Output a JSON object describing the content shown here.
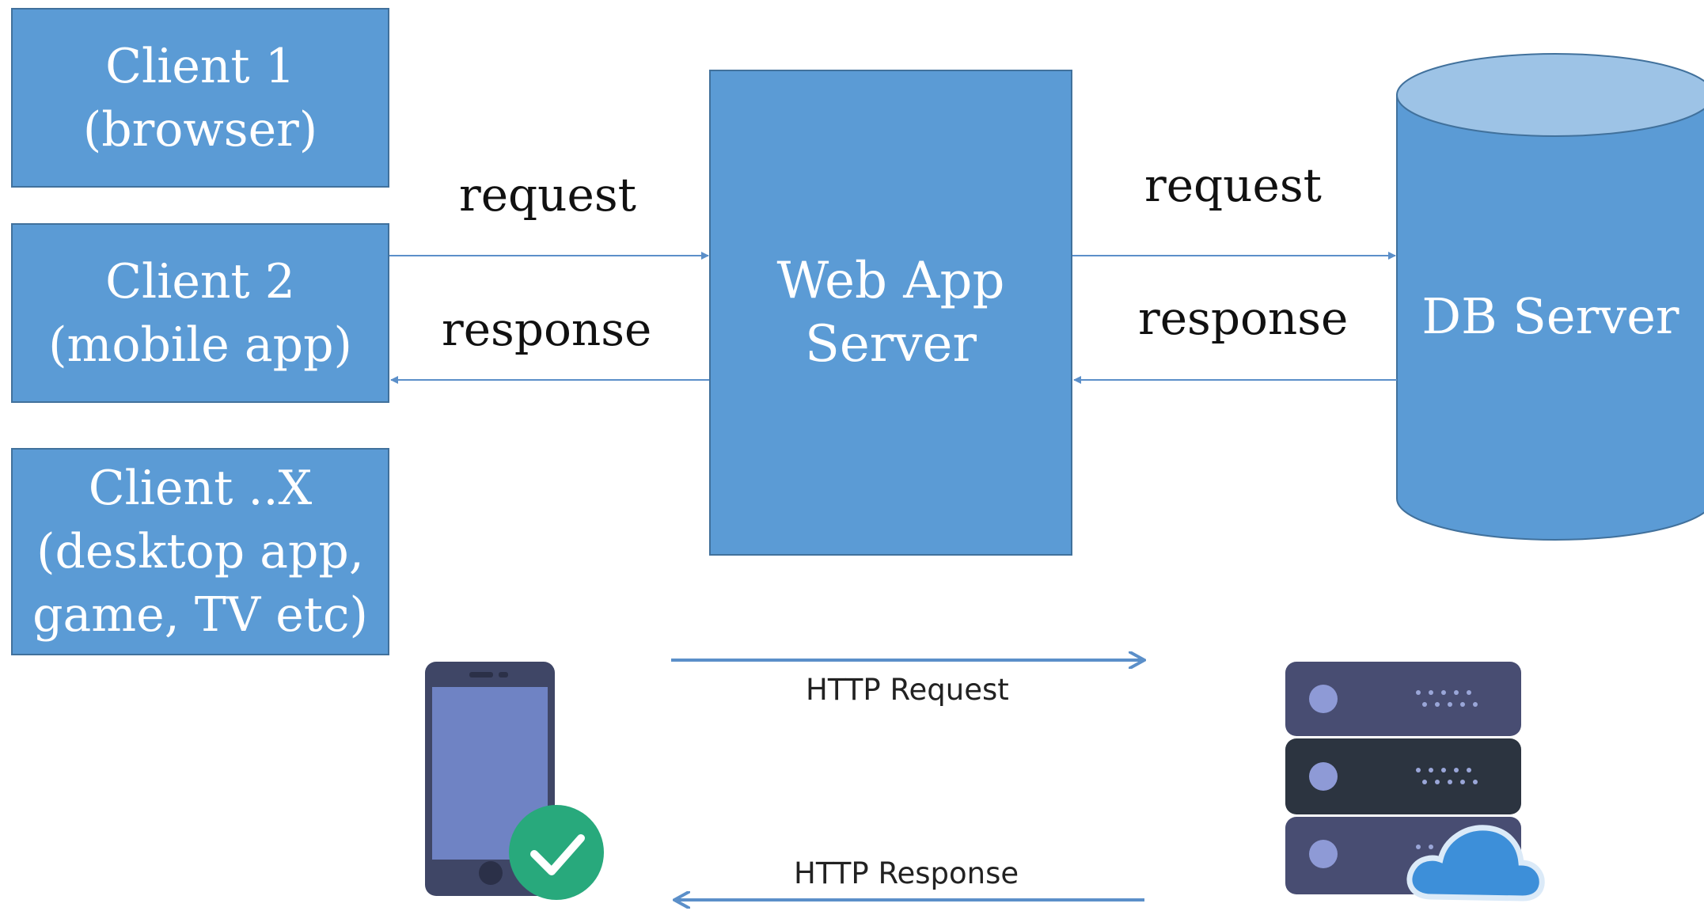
{
  "clients": [
    {
      "line1": "Client 1",
      "line2": "(browser)"
    },
    {
      "line1": "Client 2",
      "line2": "(mobile app)"
    },
    {
      "line1": "Client ..X",
      "line2": "(desktop app,",
      "line3": "game, TV etc)"
    }
  ],
  "web_server": {
    "line1": "Web App",
    "line2": "Server"
  },
  "db_server": {
    "label": "DB Server"
  },
  "labels": {
    "client_request": "request",
    "client_response": "response",
    "db_request": "request",
    "db_response": "response"
  },
  "http": {
    "request": "HTTP Request",
    "response": "HTTP Response"
  },
  "icons": {
    "phone": "smartphone-icon",
    "check": "checkmark-badge-icon",
    "server": "server-rack-icon",
    "cloud": "cloud-icon"
  },
  "colors": {
    "box_fill": "#5b9bd5",
    "box_border": "#41719c",
    "arrow": "#5b8fc9",
    "phone_body": "#3f4666",
    "phone_screen": "#6f83c4",
    "check_badge": "#28a97c",
    "server_light": "#484d72",
    "server_dark": "#2c3440",
    "cloud": "#3d8fd9"
  }
}
